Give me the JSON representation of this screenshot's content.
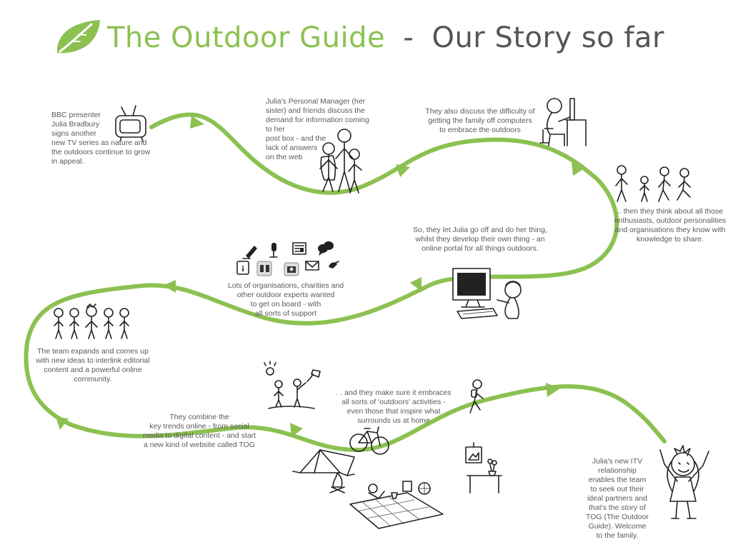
{
  "title": {
    "brand": "The Outdoor Guide",
    "separator": "-",
    "tagline": "Our Story so far"
  },
  "colors": {
    "accent": "#8cc152",
    "text": "#5a5a5a",
    "title_dark": "#555555"
  },
  "captions": {
    "bbc": "BBC presenter\nJulia Bradbury\nsigns another\nnew TV series as nature and\nthe outdoors continue to grow\nin appeal.",
    "manager": "Julia's Personal Manager (her\nsister) and friends discuss the\ndemand for information coming\nto her\npost box - and the\nlack of answers\non the web",
    "computers": "They also discuss the difficulty of\ngetting the family off computers\nto embrace the outdoors",
    "enthusiasts": ".. then they think about all those\nenthusiasts, outdoor personalities\nand organisations they know with\nknowledge to share.",
    "portal": "So, they let Julia go off and do her thing,\nwhilst they develop their own thing - an\nonline portal for all things outdoors.",
    "organisations": "Lots of organisations, charities and\nother outdoor experts wanted\nto get on board - with\nall sorts of support",
    "team": "The team expands and comes up\nwith new ideas to interlink editorial\ncontent and a powerful online\ncommunity.",
    "trends": "They combine the\nkey trends online - from social\nmedia to digital content - and start\na new kind of website called TOG",
    "activities": ". . and they make sure it embraces\nall sorts of 'outdoors' activities -\neven those that inspire what\nsurrounds us at home",
    "itv": "Julia's new ITV\nrelationship\nenables the team\nto seek out their\nideal partners and\nthat's the story of\nTOG (The Outdoor\nGuide). Welcome\nto the family."
  },
  "icons": [
    "leaf-logo-icon",
    "television-icon",
    "stick-figures-icon",
    "computer-user-icon",
    "walking-figures-icon",
    "computer-desk-icon",
    "blog-pen-icon",
    "microphone-icon",
    "newspaper-icon",
    "chat-bubbles-icon",
    "info-icon",
    "binoculars-icon",
    "camera-icon",
    "envelope-icon",
    "bird-icon",
    "team-figures-icon",
    "kite-flyers-icon",
    "bicycle-icon",
    "hiker-icon",
    "tent-icon",
    "campfire-icon",
    "picnic-icon",
    "picture-frame-icon",
    "flower-vase-icon",
    "table-icon",
    "julia-figure-icon"
  ]
}
